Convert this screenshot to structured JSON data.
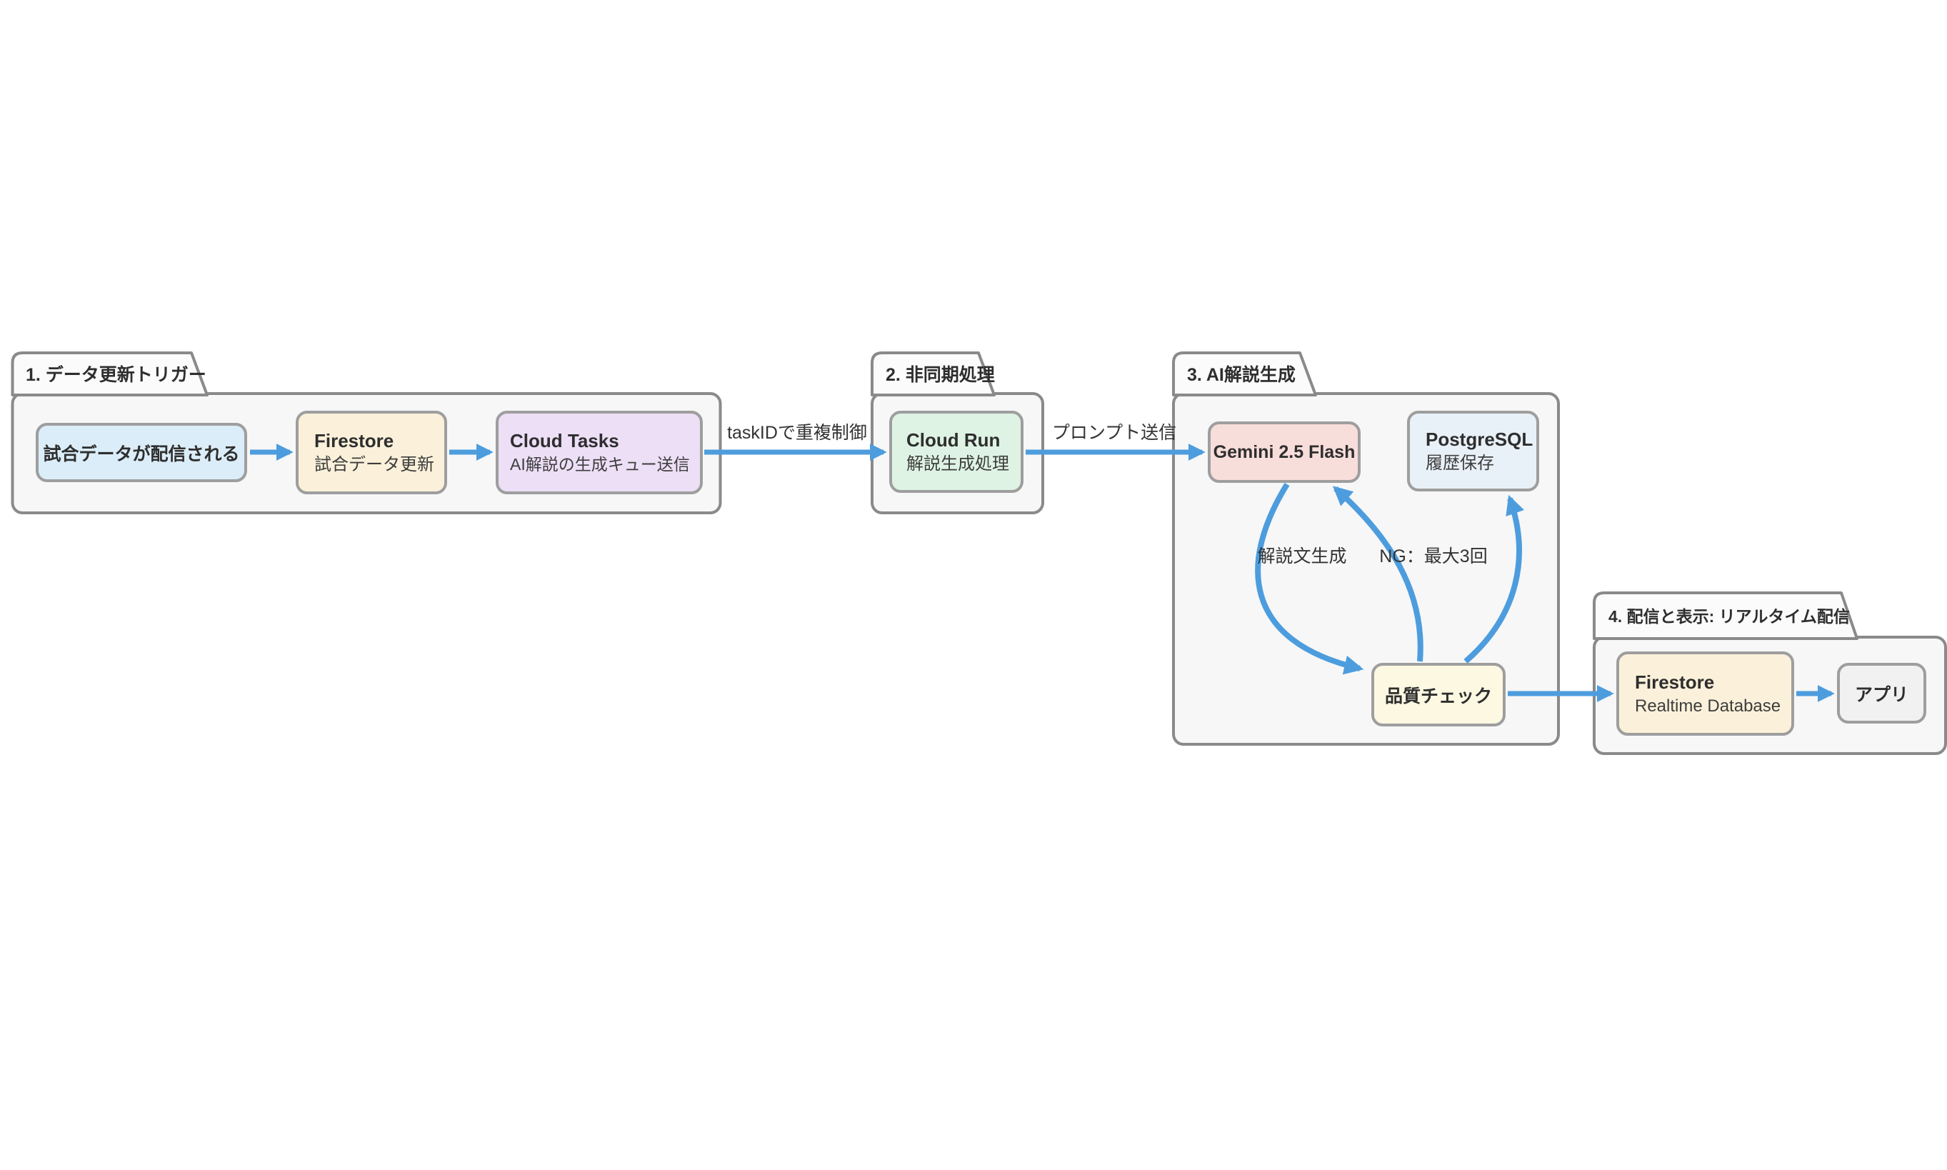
{
  "groups": [
    {
      "label": "1. データ更新トリガー"
    },
    {
      "label": "2. 非同期処理"
    },
    {
      "label": "3. AI解説生成"
    },
    {
      "label": "4. 配信と表示: リアルタイム配信"
    }
  ],
  "nodes": {
    "match_data": {
      "title": "試合データが配信される"
    },
    "firestore_update": {
      "title": "Firestore",
      "subtitle": "試合データ更新"
    },
    "cloud_tasks": {
      "title": "Cloud Tasks",
      "subtitle": "AI解説の生成キュー送信"
    },
    "cloud_run": {
      "title": "Cloud Run",
      "subtitle": "解説生成処理"
    },
    "gemini": {
      "title": "Gemini 2.5 Flash"
    },
    "postgresql": {
      "title": "PostgreSQL",
      "subtitle": "履歴保存"
    },
    "quality_check": {
      "title": "品質チェック"
    },
    "firestore_realtime": {
      "title": "Firestore",
      "subtitle": "Realtime Database"
    },
    "app": {
      "title": "アプリ"
    }
  },
  "edge_labels": {
    "dedup": "taskIDで重複制御",
    "prompt": "プロンプト送信",
    "generate": "解説文生成",
    "retry": "NG：最大3回"
  },
  "colors": {
    "--c-arrow": "#4D9DDE",
    "--c-node-border": "#9E9E9E",
    "--c-group-border": "#8A8A8A",
    "--c-group-fill": "#F7F7F7",
    "--c-tab-fill": "#FBFBFB",
    "--c-text": "#2E2E2E",
    "--c-subtext": "#3D3D3D",
    "--c-label": "#333333",
    "--f-blue": "#DBEDF9",
    "--f-cream": "#FBF1DA",
    "--f-purple": "#ECDFF6",
    "--f-green": "#DEF3E4",
    "--f-pink": "#F8DEDB",
    "--f-paleblue": "#E9F1F8",
    "--f-yellow": "#FCF8E2",
    "--f-gray": "#F1F1F1"
  }
}
